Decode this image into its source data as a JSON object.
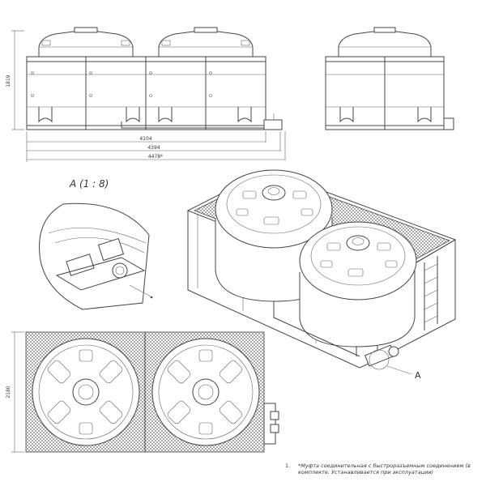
{
  "drawing": {
    "dimensions": {
      "height_front": "1819",
      "width_1": "4104",
      "width_2": "4394",
      "width_3": "4478*",
      "depth_plan": "2180"
    },
    "detail": {
      "label": "A (1 : 8)",
      "callout": "A"
    },
    "note": {
      "number": "1.",
      "text": "*Муфта соединительная с быстроразъемным соединением (в комплекте. Устанавливается при эксплуатации)"
    },
    "colors": {
      "line": "#444444",
      "thin_line": "#666666",
      "background": "#ffffff"
    }
  }
}
